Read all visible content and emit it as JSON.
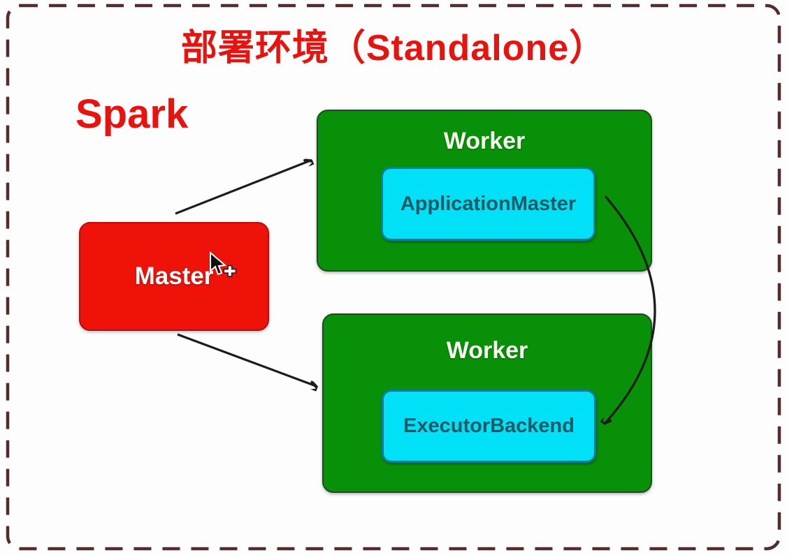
{
  "page": {
    "title": "部署环境（Standalone）",
    "framework_label": "Spark"
  },
  "diagram": {
    "master": {
      "label": "Master"
    },
    "workers": [
      {
        "label": "Worker",
        "process": "ApplicationMaster"
      },
      {
        "label": "Worker",
        "process": "ExecutorBackend"
      }
    ],
    "edges": [
      {
        "from": "Master",
        "to": "Worker (top)",
        "style": "straight-arrow"
      },
      {
        "from": "Master",
        "to": "Worker (bottom)",
        "style": "straight-arrow"
      },
      {
        "from": "ApplicationMaster",
        "to": "ExecutorBackend",
        "style": "curved-arrow"
      }
    ],
    "cursor": "arrow-plus-cursor"
  },
  "colors": {
    "accent-red": "#e8120e",
    "master-red": "#ee1208",
    "worker-green": "#089008",
    "process-cyan": "#00e1f8",
    "process-text": "#1d5a66",
    "frame-maroon": "#532c2c",
    "arrow-black": "#1c1c1c"
  }
}
